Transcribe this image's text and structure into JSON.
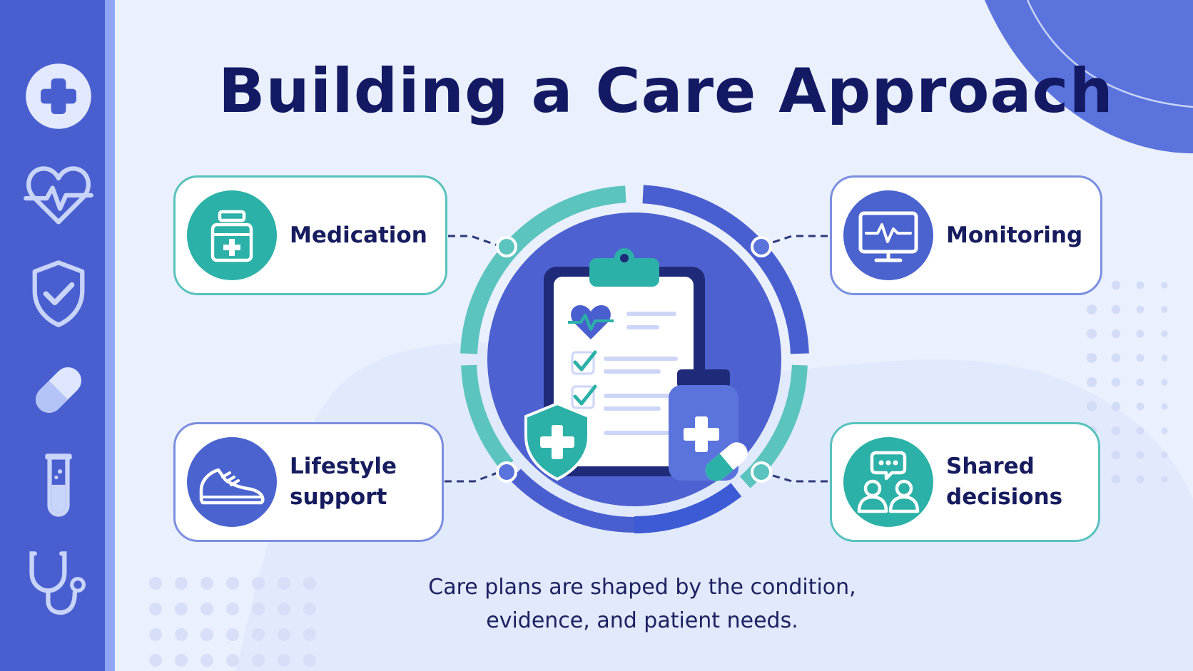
{
  "title": "Building a Care Approach",
  "caption": "Care plans are shaped by the condition,\nevidence, and patient needs.",
  "cards": [
    {
      "label": "Medication",
      "icon": "medicine-bottle-icon",
      "accent": "#2bb1a7"
    },
    {
      "label": "Monitoring",
      "icon": "heart-monitor-icon",
      "accent": "#4a63cf"
    },
    {
      "label": "Lifestyle\nsupport",
      "icon": "sneaker-icon",
      "accent": "#4a63cf"
    },
    {
      "label": "Shared\ndecisions",
      "icon": "people-chat-icon",
      "accent": "#2bb1a7"
    }
  ],
  "sidebar_icons": [
    "plus-icon",
    "heart-pulse-icon",
    "shield-check-icon",
    "pill-icon",
    "test-tube-icon",
    "stethoscope-icon"
  ],
  "center_icon": "clipboard-care-plan-icon",
  "colors": {
    "navy": "#131a63",
    "primary_blue": "#4a5fcf",
    "teal": "#2bb1a7",
    "background": "#eaf0fd"
  }
}
